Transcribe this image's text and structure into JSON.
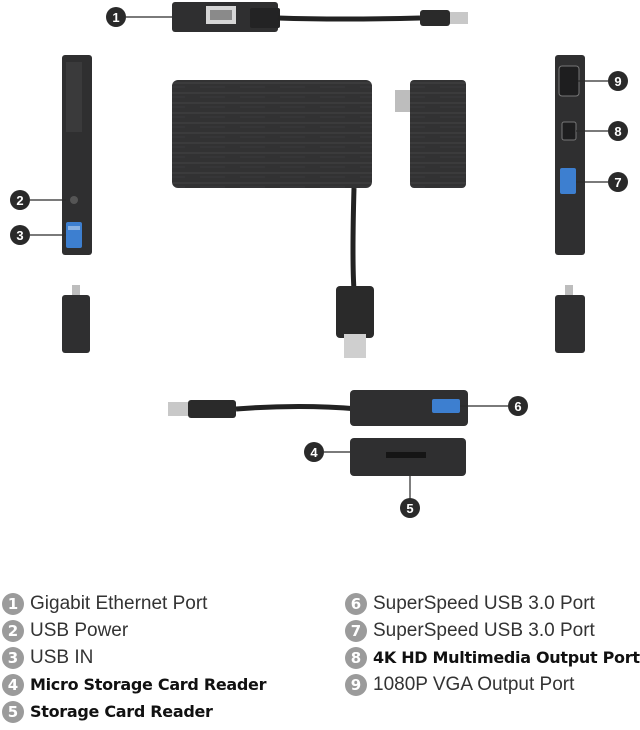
{
  "callouts": [
    "1",
    "2",
    "3",
    "4",
    "5",
    "6",
    "7",
    "8",
    "9"
  ],
  "legend": {
    "left": [
      {
        "num": "1",
        "text": "Gigabit Ethernet Port"
      },
      {
        "num": "2",
        "text": "USB Power"
      },
      {
        "num": "3",
        "text": "USB IN"
      },
      {
        "num": "4",
        "text": "Micro Storage Card Reader"
      },
      {
        "num": "5",
        "text": "Storage Card Reader"
      }
    ],
    "right": [
      {
        "num": "6",
        "text": "SuperSpeed USB 3.0 Port"
      },
      {
        "num": "7",
        "text": "SuperSpeed USB 3.0 Port"
      },
      {
        "num": "8",
        "text": "4K HD Multimedia Output Port"
      },
      {
        "num": "9",
        "text": "1080P VGA Output Port"
      }
    ]
  },
  "colors": {
    "device": "#2f2f30",
    "port_blue": "#3d7fd0",
    "badge": "#9b9b9b",
    "callout": "#2a2a2a"
  }
}
